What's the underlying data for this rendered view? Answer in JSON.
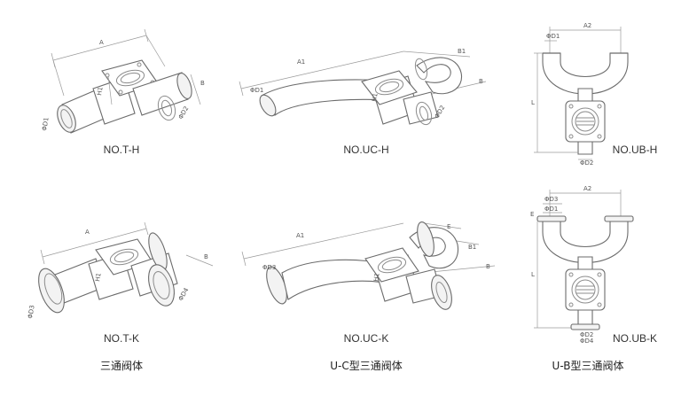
{
  "figures": [
    {
      "model": "NO.T-H",
      "dims": [
        "A",
        "B",
        "H1",
        "ΦD1",
        "ΦD2"
      ]
    },
    {
      "model": "NO.UC-H",
      "dims": [
        "A1",
        "B1",
        "B",
        "ΦD1",
        "H1",
        "ΦD2"
      ]
    },
    {
      "model": "NO.UB-H",
      "dims": [
        "A2",
        "ΦD1",
        "L",
        "ΦD2"
      ]
    },
    {
      "model": "NO.T-K",
      "dims": [
        "A",
        "B",
        "H1",
        "ΦD3",
        "ΦD4"
      ]
    },
    {
      "model": "NO.UC-K",
      "dims": [
        "A1",
        "E",
        "B1",
        "B",
        "ΦD3",
        "H1"
      ]
    },
    {
      "model": "NO.UB-K",
      "dims": [
        "A2",
        "ΦD3",
        "ΦD1",
        "E",
        "L",
        "ΦD2",
        "ΦD4"
      ]
    }
  ],
  "captions": [
    "三通阀体",
    "U-C型三通阀体",
    "U-B型三通阀体"
  ],
  "colors": {
    "line": "#6b6b6b",
    "dim": "#9a9a9a",
    "text": "#333333"
  }
}
